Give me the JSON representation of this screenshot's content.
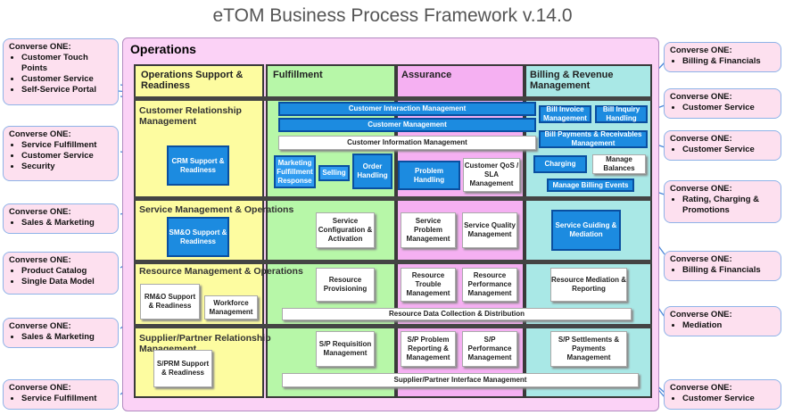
{
  "title": "eTOM Business Process Framework v.14.0",
  "operations": {
    "label": "Operations"
  },
  "columns": {
    "osr": "Operations Support & Readiness",
    "fulfillment": "Fulfillment",
    "assurance": "Assurance",
    "billing": "Billing & Revenue Management"
  },
  "sections": {
    "crm": "Customer Relationship Management",
    "smo": "Service Management & Operations",
    "rmo": "Resource Management & Operations",
    "sprm": "Supplier/Partner Relationship Management"
  },
  "boxes": {
    "cim": "Customer Interaction Management",
    "cm": "Customer Management",
    "cinfo": "Customer Information Management",
    "crm_sr": "CRM Support & Readiness",
    "mfr": "Marketing Fulfillment Response",
    "selling": "Selling",
    "order": "Order Handling",
    "problem": "Problem Handling",
    "qos": "Customer QoS / SLA Management",
    "bill_inv": "Bill Invoice Management",
    "bill_inq": "Bill Inquiry Handling",
    "bill_pay": "Bill Payments & Receivables Management",
    "charging": "Charging",
    "balances": "Manage Balances",
    "billing_events": "Manage Billing Events",
    "smo_sr": "SM&O Support & Readiness",
    "svc_config": "Service Configuration & Activation",
    "svc_problem": "Service Problem Management",
    "svc_quality": "Service Quality Management",
    "svc_guiding": "Service Guiding & Mediation",
    "rmo_sr": "RM&O Support & Readiness",
    "workforce": "Workforce Management",
    "res_prov": "Resource Provisioning",
    "res_trouble": "Resource Trouble Management",
    "res_perf": "Resource Performance Management",
    "res_med": "Resource Mediation & Reporting",
    "rdcd": "Resource Data Collection & Distribution",
    "sprm_sr": "S/PRM Support & Readiness",
    "sp_req": "S/P Requisition Management",
    "sp_problem": "S/P Problem Reporting & Management",
    "sp_perf": "S/P Performance Management",
    "sp_settle": "S/P Settlements & Payments Management",
    "spi": "Supplier/Partner Interface Management"
  },
  "callouts_left": [
    {
      "heading": "Converse ONE:",
      "items": [
        "Customer Touch Points",
        "Customer Service",
        "Self-Service Portal"
      ]
    },
    {
      "heading": "Converse ONE:",
      "items": [
        "Service Fulfillment",
        "Customer Service",
        "Security"
      ]
    },
    {
      "heading": "Converse ONE:",
      "items": [
        "Sales & Marketing"
      ]
    },
    {
      "heading": "Converse ONE:",
      "items": [
        "Product Catalog",
        "Single Data Model"
      ]
    },
    {
      "heading": "Converse ONE:",
      "items": [
        "Sales & Marketing"
      ]
    },
    {
      "heading": "Converse ONE:",
      "items": [
        "Service Fulfillment"
      ]
    }
  ],
  "callouts_right": [
    {
      "heading": "Converse ONE:",
      "items": [
        "Billing & Financials"
      ]
    },
    {
      "heading": "Converse ONE:",
      "items": [
        "Customer Service"
      ]
    },
    {
      "heading": "Converse ONE:",
      "items": [
        "Customer Service"
      ]
    },
    {
      "heading": "Converse ONE:",
      "items": [
        "Rating, Charging & Promotions"
      ]
    },
    {
      "heading": "Converse ONE:",
      "items": [
        "Billing & Financials"
      ]
    },
    {
      "heading": "Converse ONE:",
      "items": [
        "Mediation"
      ]
    },
    {
      "heading": "Converse ONE:",
      "items": [
        "Customer Service"
      ]
    }
  ],
  "colors": {
    "osr": "#fdfca0",
    "fulfillment": "#b7f7a8",
    "assurance": "#f5b0f2",
    "billing": "#a9e8e6",
    "accent": "#1c8be0"
  }
}
